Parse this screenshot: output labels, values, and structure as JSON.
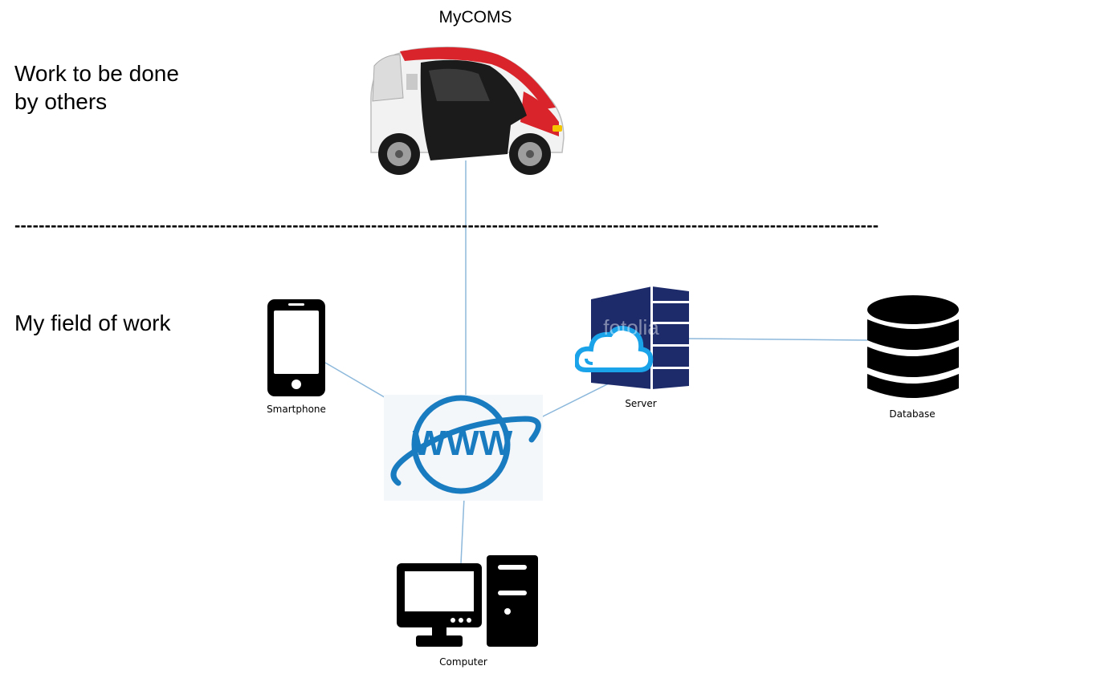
{
  "labels": {
    "work_by_others": "Work to be done\nby others",
    "my_field": "My field of work",
    "car": "MyCOMS",
    "smartphone": "Smartphone",
    "server": "Server",
    "database": "Database",
    "computer": "Computer",
    "divider": "-----------------------------------------------------------------------------------------------------------------------------------------------",
    "www": "WWW",
    "watermark": "fotolia"
  },
  "colors": {
    "connector": "#8db8db",
    "globe": "#1a7cc0",
    "server": "#1d2b6b",
    "cloud": "#1aa3e8",
    "car_red": "#d8242a",
    "icon_black": "#000000"
  },
  "icons": [
    "car-image",
    "smartphone-icon",
    "globe-www-icon",
    "server-cloud-icon",
    "database-icon",
    "computer-icon"
  ]
}
